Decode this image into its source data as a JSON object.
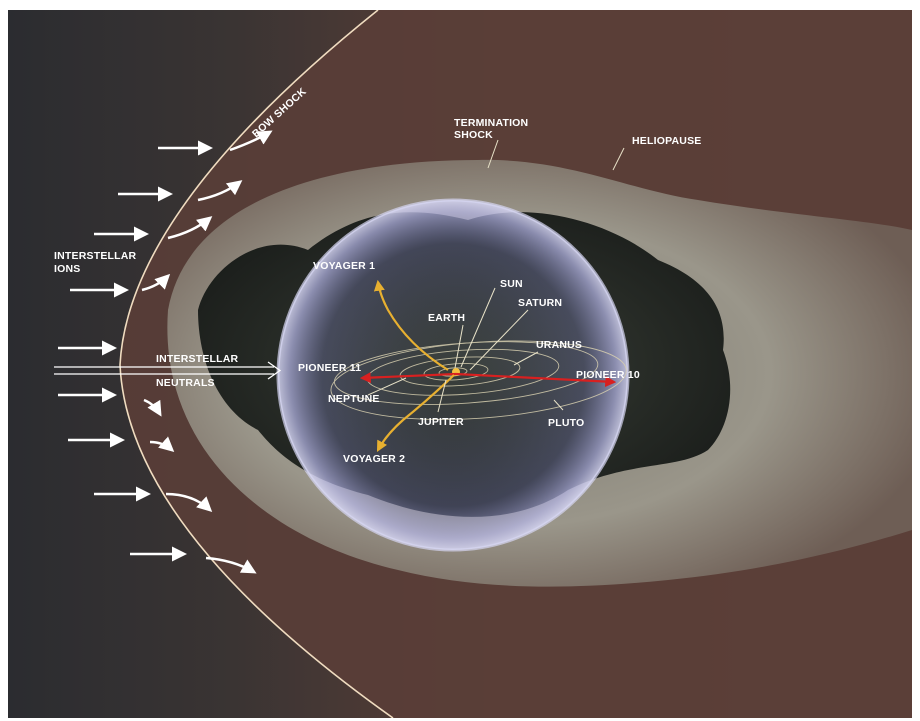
{
  "labels": {
    "bow_shock": "BOW SHOCK",
    "termination_shock_line1": "TERMINATION",
    "termination_shock_line2": "SHOCK",
    "heliopause": "HELIOPAUSE",
    "interstellar_ions_line1": "INTERSTELLAR",
    "interstellar_ions_line2": "IONS",
    "interstellar_neutrals_line1": "INTERSTELLAR",
    "interstellar_neutrals_line2": "NEUTRALS",
    "voyager_1": "VOYAGER 1",
    "voyager_2": "VOYAGER 2",
    "pioneer_10": "PIONEER 10",
    "pioneer_11": "PIONEER 11",
    "sun": "SUN",
    "earth": "EARTH",
    "saturn": "SATURN",
    "uranus": "URANUS",
    "neptune": "NEPTUNE",
    "jupiter": "JUPITER",
    "pluto": "PLUTO"
  },
  "colors": {
    "space_dark": "#2a2a2e",
    "outer_region": "#5a3d35",
    "heliosheath": "#8a8578",
    "termination_sphere": "#8c8fc8",
    "inner_dark": "#1f2320",
    "voyager_track": "#e8b030",
    "pioneer_track": "#d82020",
    "orbit": "#d8d0b0",
    "label": "#ffffff"
  }
}
